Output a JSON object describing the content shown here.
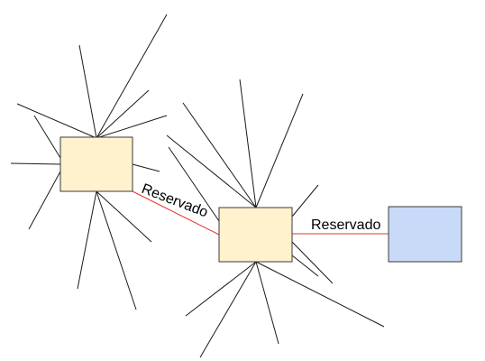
{
  "diagram": {
    "nodes": [
      {
        "id": "node-left",
        "kind": "hub",
        "fill": "#fff2cc"
      },
      {
        "id": "node-center",
        "kind": "hub",
        "fill": "#fff2cc"
      },
      {
        "id": "node-right",
        "kind": "remote",
        "fill": "#c9daf8"
      }
    ],
    "links": [
      {
        "from": "node-left",
        "to": "node-center",
        "label": "Reservado",
        "color": "#e53333"
      },
      {
        "from": "node-center",
        "to": "node-right",
        "label": "Reservado",
        "color": "#e53333"
      }
    ],
    "spoke_color": "#1a1a1a",
    "border_color": "#3a3a3a"
  }
}
